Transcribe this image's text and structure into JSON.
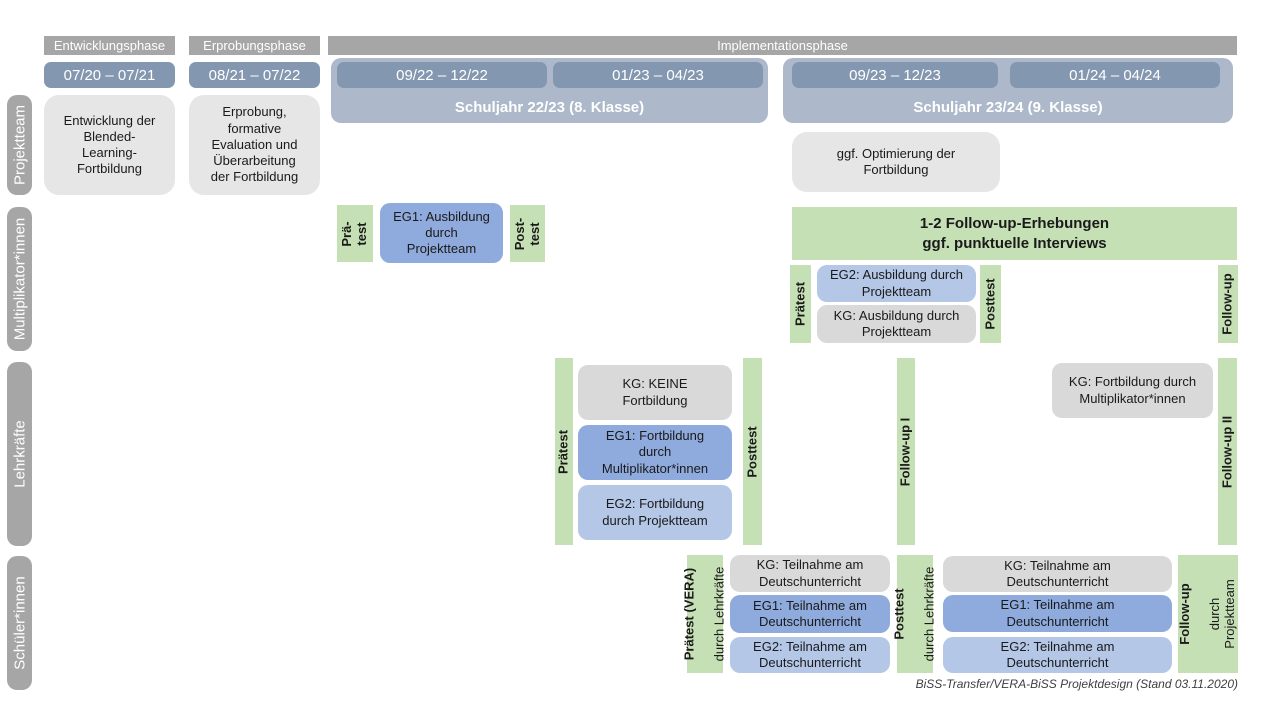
{
  "header": {
    "phases": {
      "entwicklung": "Entwicklungsphase",
      "erprobung": "Erprobungsphase",
      "implementation": "Implementationsphase"
    },
    "period1": {
      "date": "07/20 – 07/21"
    },
    "period2": {
      "date": "08/21 – 07/22"
    },
    "group1": {
      "date1": "09/22 – 12/22",
      "date2": "01/23 – 04/23",
      "year": "Schuljahr 22/23 (8. Klasse)"
    },
    "group2": {
      "date1": "09/23 – 12/23",
      "date2": "01/24 – 04/24",
      "year": "Schuljahr 23/24 (9. Klasse)"
    }
  },
  "rows": {
    "projektteam": {
      "label": "Projektteam",
      "box_entwicklung": "Entwicklung der\nBlended-\nLearning-\nFortbildung",
      "box_erprobung": "Erprobung,\nformative\nEvaluation und\nÜberarbeitung\nder Fortbildung",
      "box_optimierung": "ggf. Optimierung der\nFortbildung"
    },
    "multiplikatoren": {
      "label": "Multiplikator*innen",
      "praetest1": "Prä-\ntest",
      "eg1": "EG1: Ausbildung\ndurch\nProjektteam",
      "posttest1": "Post-\ntest",
      "followup_box": "1-2 Follow-up-Erhebungen\nggf. punktuelle Interviews",
      "praetest2": "Prätest",
      "eg2": "EG2: Ausbildung durch\nProjektteam",
      "kg": "KG: Ausbildung durch\nProjektteam",
      "posttest2": "Posttest",
      "followup": "Follow-up"
    },
    "lehrkraefte": {
      "label": "Lehrkräfte",
      "praetest": "Prätest",
      "kg": "KG: KEINE\nFortbildung",
      "eg1": "EG1: Fortbildung\ndurch\nMultiplikator*innen",
      "eg2": "EG2: Fortbildung\ndurch Projektteam",
      "posttest": "Posttest",
      "followup1": "Follow-up I",
      "kg2": "KG: Fortbildung durch\nMultiplikator*innen",
      "followup2": "Follow-up II"
    },
    "schueler": {
      "label": "Schüler*innen",
      "praetest_bold": "Prätest (VERA)",
      "praetest_sub": "durch Lehrkräfte",
      "kg1": "KG: Teilnahme am\nDeutschunterricht",
      "eg1a": "EG1: Teilnahme am\nDeutschunterricht",
      "eg2a": "EG2: Teilnahme am\nDeutschunterricht",
      "posttest_bold": "Posttest",
      "posttest_sub": "durch Lehrkräfte",
      "kg2": "KG: Teilnahme am\nDeutschunterricht",
      "eg1b": "EG1: Teilnahme am\nDeutschunterricht",
      "eg2b": "EG2: Teilnahme am\nDeutschunterricht",
      "followup_bold": "Follow-up",
      "followup_sub": "durch\nProjektteam"
    }
  },
  "caption": "BiSS-Transfer/VERA-BiSS Projektdesign (Stand 03.11.2020)",
  "colors": {
    "phase_gray": "#A6A6A6",
    "date_blue": "#8497B0",
    "year_blue": "#ADB9CA",
    "light_gray": "#E7E6E6",
    "green": "#C5E0B4",
    "eg1_blue": "#8FAADC",
    "eg2_blue": "#B4C7E7",
    "kg_gray": "#D9D9D9"
  }
}
